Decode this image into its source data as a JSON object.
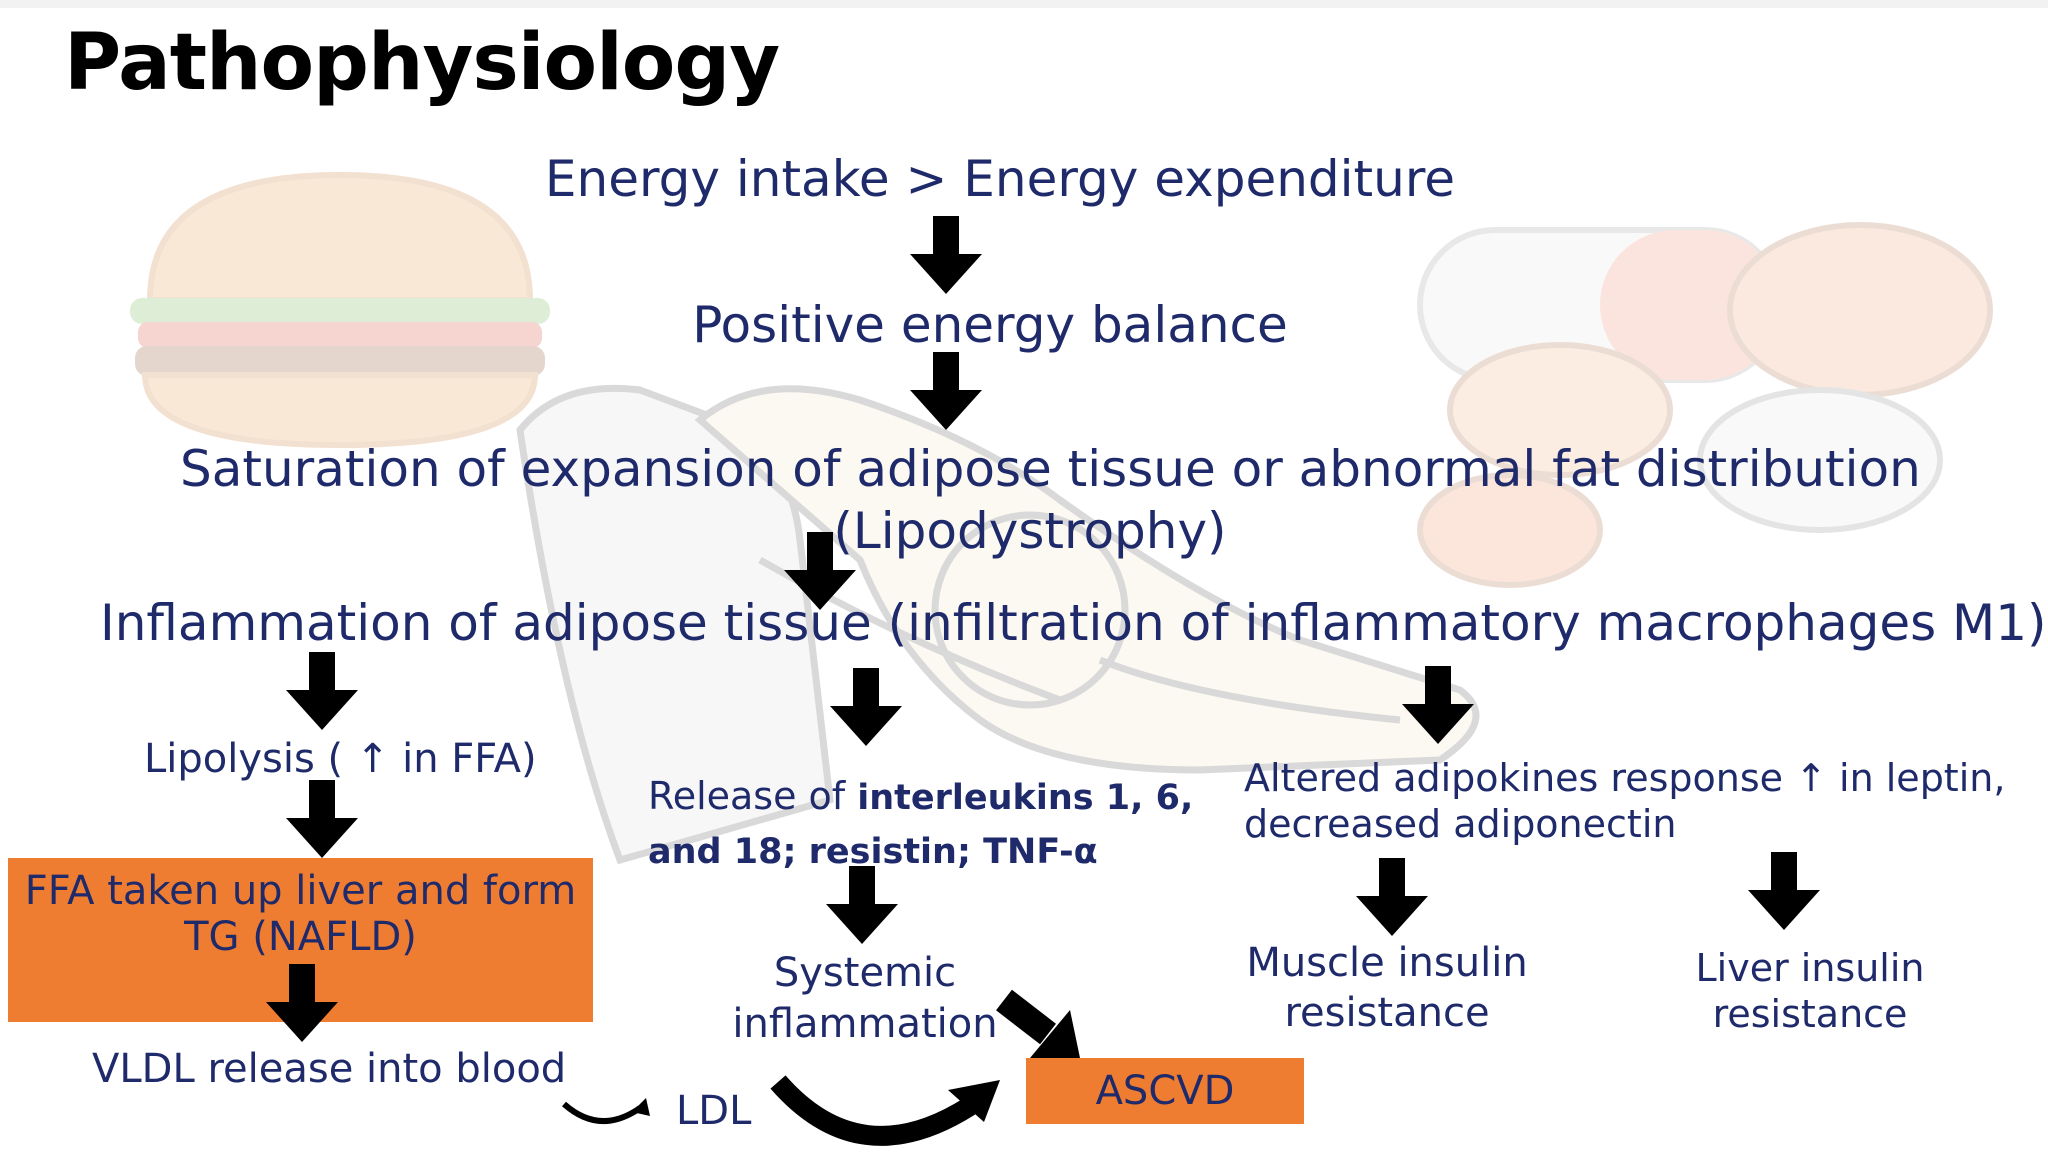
{
  "title": "Pathophysiology",
  "flow": {
    "step1": "Energy intake > Energy expenditure",
    "step2": "Positive energy balance",
    "step3_line1": "Saturation of expansion of adipose tissue or abnormal fat distribution",
    "step3_line2": "(Lipodystrophy)",
    "step4": "Inflammation of adipose tissue (infiltration of inflammatory macrophages M1)"
  },
  "left_branch": {
    "lipolysis": "Lipolysis ( ↑ in FFA)",
    "ffa_box_line1": "FFA taken up liver and form",
    "ffa_box_line2": "TG (NAFLD)",
    "vldl": "VLDL release into blood",
    "ldl": "LDL"
  },
  "middle_branch": {
    "release_prefix": "Release of ",
    "release_bold1": "interleukins 1, 6,",
    "release_bold2": "and 18; resistin; TNF-α",
    "systemic_line1": "Systemic",
    "systemic_line2": "inflammation",
    "ascvd": "ASCVD"
  },
  "right_branch": {
    "adipokines_line1": "Altered adipokines response  ↑ in leptin,",
    "adipokines_line2": "decreased adiponectin",
    "muscle_line1": "Muscle insulin",
    "muscle_line2": "resistance",
    "liver_line1": "Liver insulin",
    "liver_line2": "resistance"
  },
  "colors": {
    "text": "#1f2a6b",
    "box": "#ef7d31",
    "arrow": "#000000"
  }
}
